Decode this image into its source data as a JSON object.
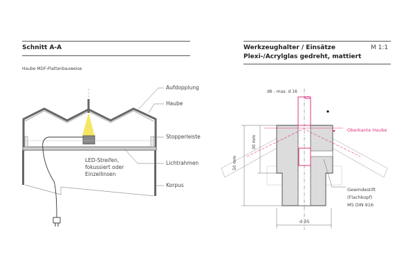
{
  "left": {
    "title": "Schnitt A-A",
    "subtitle": "Haube MDF-Plattenbauweise",
    "labels": {
      "aufdopplung": "Aufdopplung",
      "haube": "Haube",
      "stopperleiste": "Stopperleiste",
      "lichtrahmen": "Lichtrahmen",
      "korpus": "Korpus",
      "led": [
        "LED-Streifen,",
        "fokussiert oder",
        "Einzellinsen"
      ]
    }
  },
  "right": {
    "title_line1": "Werkzeughalter / Einsätze",
    "title_line2": "Plexi-/Acrylglas gedreht, mattiert",
    "scale": "M 1:1",
    "labels": {
      "rod": "d6 - max. d 16",
      "oberkante": "Oberkante Haube",
      "dim_50": "50 mm",
      "dim_30": "30 mm",
      "dim_d35": "d 35",
      "screw": [
        "Gewindestift",
        "(Flachkopf)",
        "M5 DIN 916"
      ]
    }
  },
  "colors": {
    "accent": "#e0307f",
    "light": "#f3e34a",
    "wall": "#777777",
    "fill": "#dcdcdc"
  }
}
